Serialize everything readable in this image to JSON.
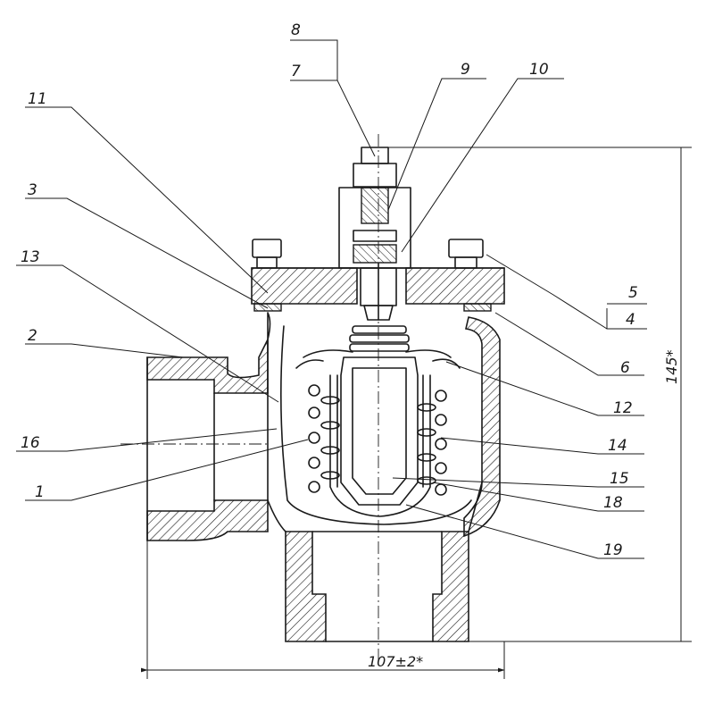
{
  "callouts": [
    "1",
    "2",
    "3",
    "4",
    "5",
    "6",
    "7",
    "8",
    "9",
    "10",
    "11",
    "12",
    "13",
    "14",
    "15",
    "16",
    "18",
    "19"
  ],
  "dimensions": {
    "width": "107±2*",
    "height": "145*"
  }
}
